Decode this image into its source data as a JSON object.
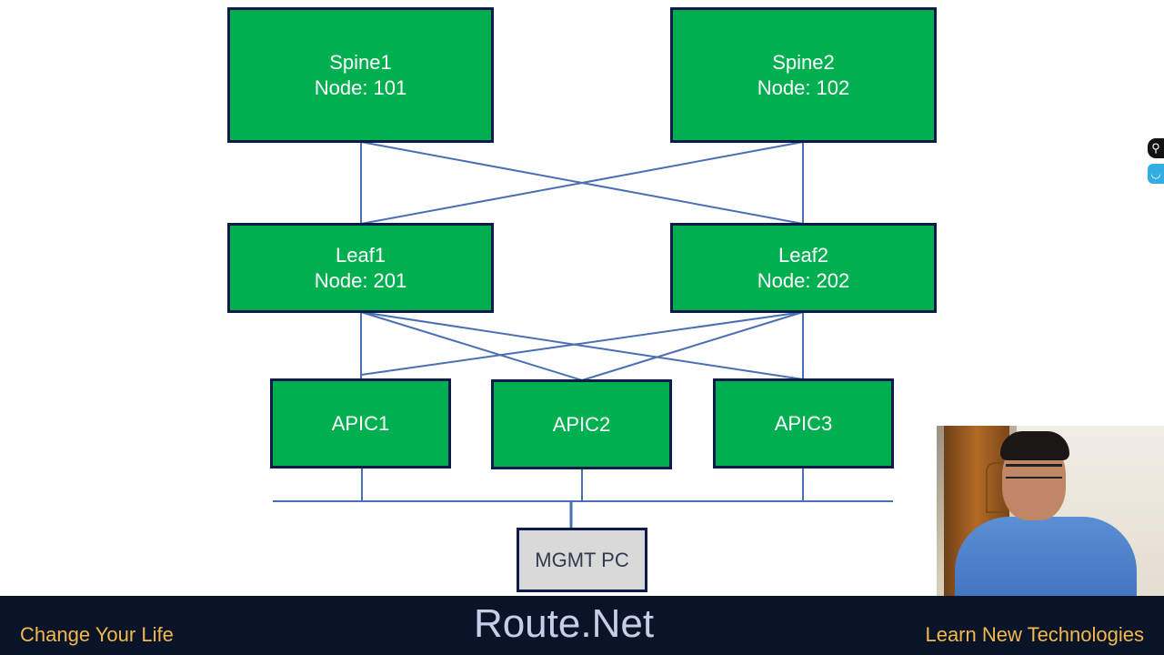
{
  "diagram": {
    "spines": [
      {
        "name": "Spine1",
        "node": "Node: 101"
      },
      {
        "name": "Spine2",
        "node": "Node: 102"
      }
    ],
    "leafs": [
      {
        "name": "Leaf1",
        "node": "Node: 201"
      },
      {
        "name": "Leaf2",
        "node": "Node: 202"
      }
    ],
    "apics": [
      "APIC1",
      "APIC2",
      "APIC3"
    ],
    "mgmt": "MGMT PC",
    "colors": {
      "node_fill": "#00b050",
      "node_border": "#0d1b4b",
      "link": "#4a6fb5",
      "mgmt_fill": "#d9d9d9"
    }
  },
  "footer": {
    "left": "Change Your Life",
    "brand": "Route.Net",
    "right": "Learn New Technologies",
    "accent": "#f2b84b",
    "background": "#0a1428"
  },
  "overlay": {
    "webcam": "presenter-webcam",
    "side_icons": [
      "keyhole-icon",
      "smile-icon"
    ]
  }
}
